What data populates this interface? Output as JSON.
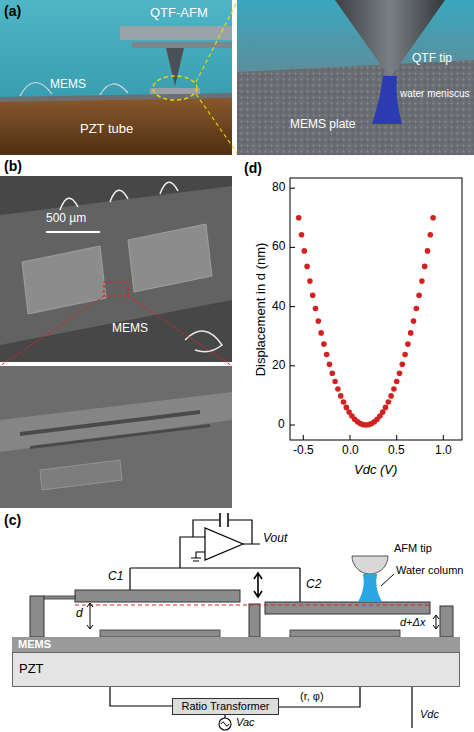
{
  "diagram": {
    "nodes": [
      {
        "text": [
          "MEMS"
        ]
      },
      {
        "text": [
          "PZT"
        ]
      },
      {
        "text": [
          "Ratio Transformer"
        ]
      }
    ],
    "labels": [
      "(a)",
      "QTF-AFM",
      "MEMS",
      "PZT tube",
      "QTF tip",
      "water meniscus",
      "MEMS plate",
      "(b)",
      "500 µm",
      "MEMS",
      "(d)",
      "80",
      "60",
      "40",
      "20",
      "0",
      "Displacement in d (nm)",
      "-0.5",
      "0.0",
      "0.5",
      "1.0",
      "Vdc (V)",
      "(c)",
      "Vout",
      "C1",
      "C2",
      "d",
      "d+Δx",
      "AFM tip",
      "Water column",
      "(r, φ)",
      "Vac",
      "Vdc"
    ]
  }
}
